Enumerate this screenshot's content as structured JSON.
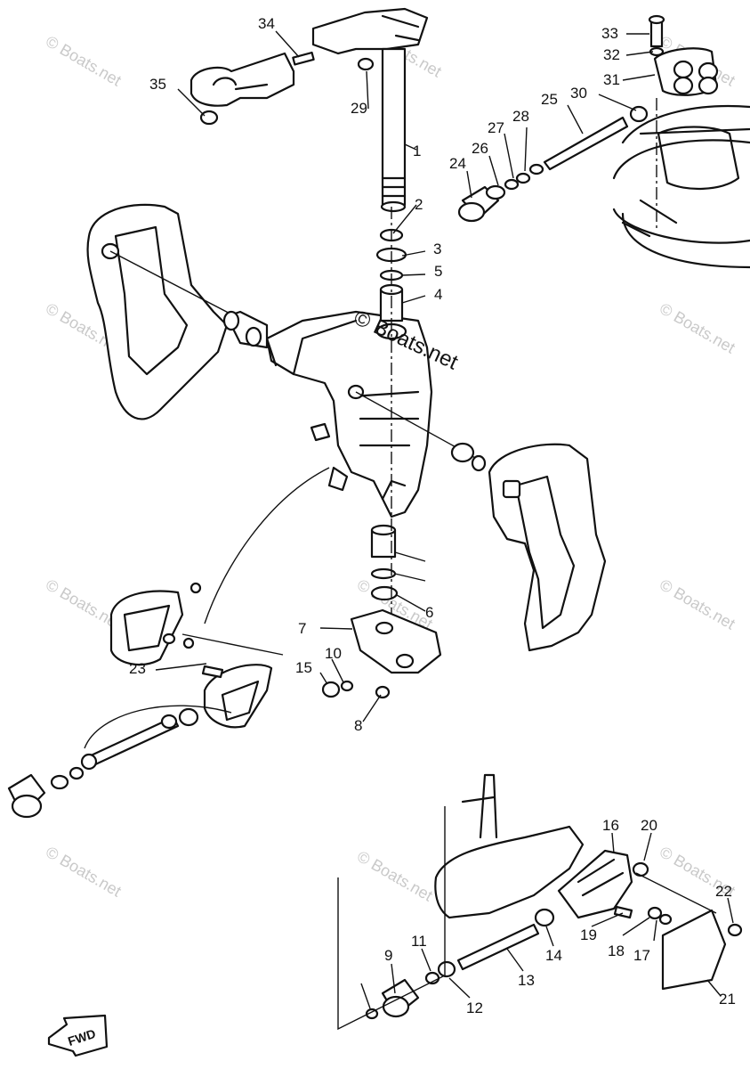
{
  "diagram": {
    "center_watermark": "© Boats.net",
    "watermark_text": "© Boats.net",
    "direction_label": "FWD",
    "callouts": [
      "1",
      "2",
      "3",
      "4",
      "5",
      "6",
      "7",
      "8",
      "9",
      "10",
      "11",
      "12",
      "13",
      "14",
      "15",
      "16",
      "17",
      "18",
      "19",
      "20",
      "21",
      "22",
      "23",
      "24",
      "25",
      "26",
      "27",
      "28",
      "29",
      "30",
      "31",
      "32",
      "33",
      "34",
      "35"
    ]
  }
}
